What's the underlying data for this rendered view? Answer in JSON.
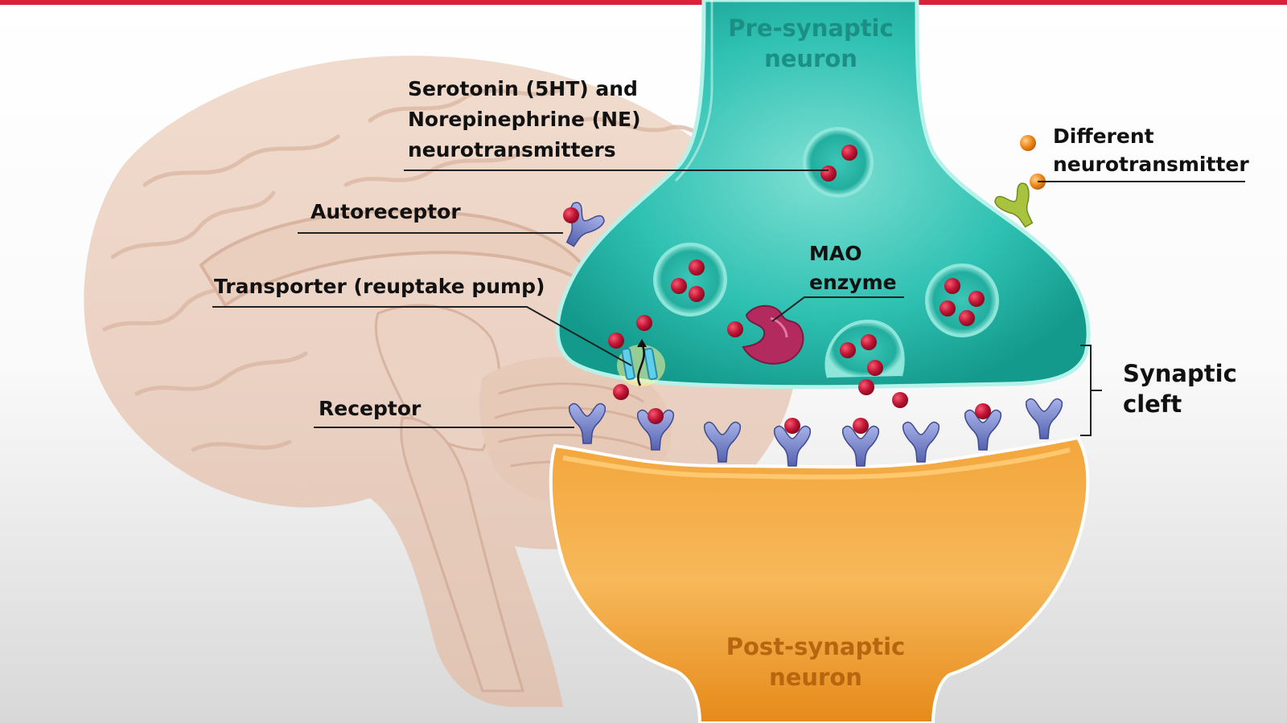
{
  "colors": {
    "top_bar": "#d8223a",
    "brain": "#e6c9b7",
    "pre_neuron": "#1fb8a8",
    "post_neuron": "#f19c2a",
    "neurotransmitter": "#c21535",
    "receptor": "#6d79c0",
    "mao_enzyme": "#b32a5e",
    "different_neurotransmitter": "#f08a1c",
    "different_receptor": "#a9c33e",
    "transporter": "#5fd0ea"
  },
  "neurons": {
    "pre": {
      "line1": "Pre-synaptic",
      "line2": "neuron"
    },
    "post": {
      "line1": "Post-synaptic",
      "line2": "neuron"
    }
  },
  "labels": {
    "neurotransmitters": {
      "line1": "Serotonin (5HT) and",
      "line2": "Norepinephrine (NE)",
      "line3": "neurotransmitters"
    },
    "different": {
      "line1": "Different",
      "line2": "neurotransmitter"
    },
    "autoreceptor": "Autoreceptor",
    "mao": {
      "line1": "MAO",
      "line2": "enzyme"
    },
    "transporter": "Transporter (reuptake pump)",
    "synaptic_cleft": {
      "line1": "Synaptic",
      "line2": "cleft"
    },
    "receptor": "Receptor"
  },
  "icons": [
    "brain-icon",
    "vesicle-icon",
    "receptor-icon",
    "autoreceptor-icon",
    "transporter-icon",
    "mao-enzyme-icon",
    "neurotransmitter-icon"
  ]
}
